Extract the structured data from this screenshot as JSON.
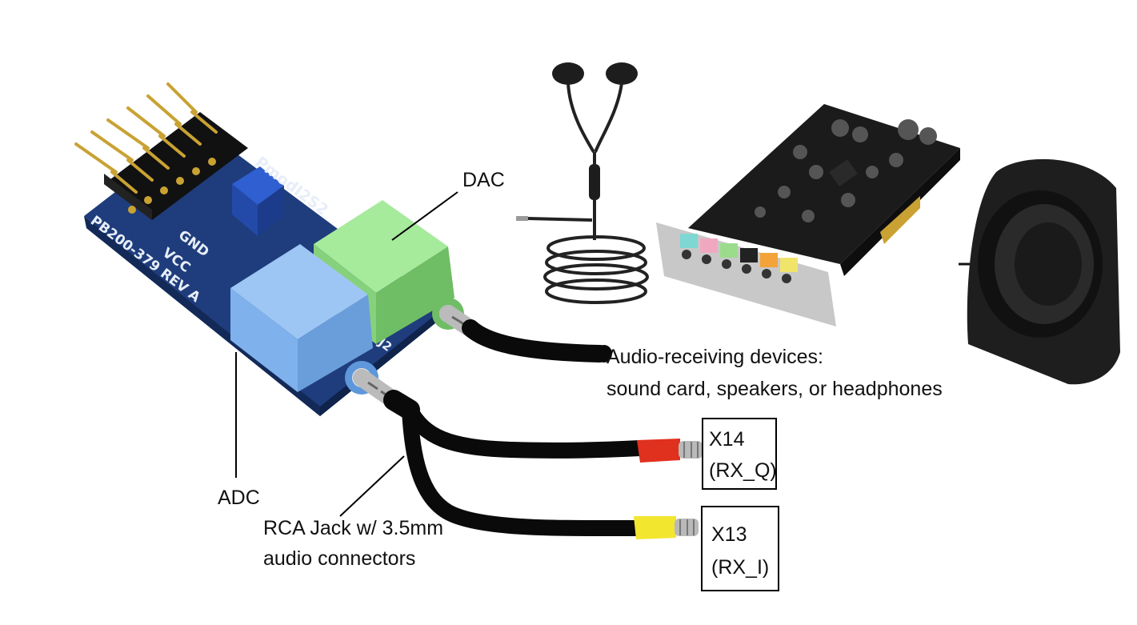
{
  "labels": {
    "dac": "DAC",
    "adc": "ADC",
    "rca_line1": "RCA Jack w/ 3.5mm",
    "rca_line2": "audio connectors",
    "devices_line1": "Audio-receiving devices:",
    "devices_line2": "sound card, speakers, or headphones",
    "x14_line1": "X14",
    "x14_line2": "(RX_Q)",
    "x13_line1": "X13",
    "x13_line2": "(RX_I)"
  },
  "board_silkscreen": {
    "name": "PmodI2S2",
    "gnd": "GND",
    "vcc": "VCC",
    "part": "PB200-379 REV A",
    "j2": "J2"
  },
  "colors": {
    "board": "#1d3a78",
    "dac_jack": "#8edc84",
    "adc_jack": "#7fb2ec",
    "rca_red": "#e0301e",
    "rca_yellow": "#f3e62e",
    "cable": "#0a0a0a",
    "soundcard_pcb": "#1b1b1b",
    "speaker": "#1c1c1c"
  }
}
